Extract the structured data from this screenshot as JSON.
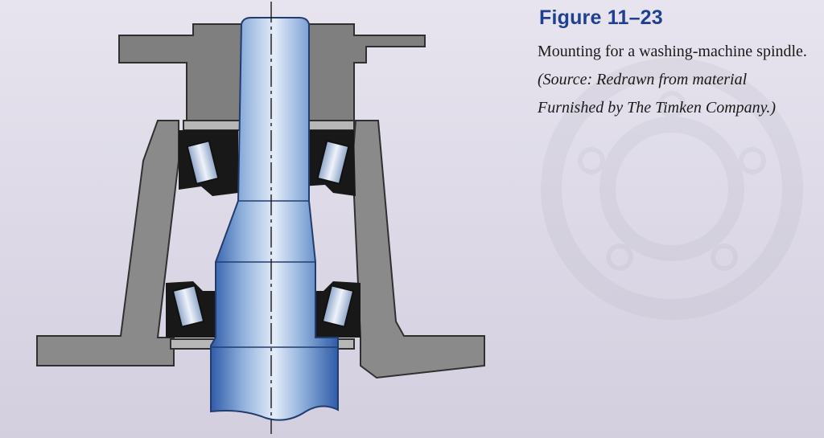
{
  "figure": {
    "title": "Figure 11–23",
    "caption_main": "Mounting for a washing-machine spindle.",
    "caption_source": "(Source: Redrawn from material Furnished by The Timken Company.)"
  },
  "colors": {
    "title": "#1f3f8f",
    "housing": "#7f7f7f",
    "housing_dark": "#4f4f4f",
    "shaft_light": "#dfe8f6",
    "shaft_mid": "#7ea2d3",
    "shaft_dark": "#2f5ba8",
    "bearing_race": "#181818",
    "roller": "#c7d3e6",
    "washer": "#b7b7b7"
  }
}
